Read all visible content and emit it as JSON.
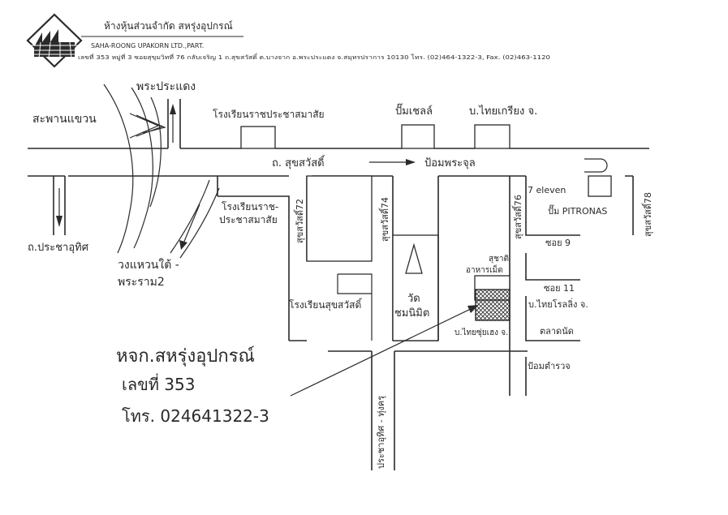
{
  "company": {
    "name_th": "ห้างหุ้นส่วนจำกัด สหรุ่งอุปกรณ์",
    "name_en": "SAHA-ROONG UPAKORN LTD.,PART.",
    "address": "เลขที่ 353 หมู่ที่ 3 ซอยสุขุมวิทที่ 76 กลับเจริญ 1 ถ.สุขสวัสดิ์ ต.บางจาก อ.พระประแดง จ.สมุทรปราการ 10130 โทร. (02)464-1322-3, Fax. (02)463-1120"
  },
  "map": {
    "labels": {
      "phra_pradaeng": "พระประแดง",
      "saphan_khwaen": "สะพานแขวน",
      "school_top": "โรงเรียนราชประชาสมาสัย",
      "shell_pump": "ปั๊มเชลล์",
      "thai_krieng": "บ.ไทยเกรียง จ.",
      "suksawat_road": "ถ. สุขสวัสดิ์",
      "pom_phrachun": "ป้อมพระจุล",
      "pracha_uthit_road": "ถ.ประชาอุทิศ",
      "school_mid_1": "โรงเรียนราช-",
      "school_mid_2": "ประชาสมาสัย",
      "soi_72": "สุขสวัสดิ์72",
      "soi_74": "สุขสวัสดิ์74",
      "soi_76": "สุขสวัสดิ์76",
      "soi_78": "สุขสวัสดิ์78",
      "seven_eleven": "7 eleven",
      "pitronas": "ปั๊ม PITRONAS",
      "soi_9": "ซอย 9",
      "soi_11": "ซอย 11",
      "ring_1": "วงแหวนใต้ -",
      "ring_2": "พระราม2",
      "suchat_1": "สุชาติ",
      "suchat_2": "อาหารเม็ด",
      "wat_1": "วัด",
      "wat_2": "ชมนิมิต",
      "school_suksawat": "โรงเรียนสุขสวัสดิ์",
      "thai_rolling": "บ.ไทยโรลลิ่ง จ.",
      "talad_nad": "ตลาดนัด",
      "thai_soon": "บ.ไทยซุ่ยเฮง จ.",
      "police_box": "ป้อมตำรวจ",
      "pracha_thung_khru": "ประชาอุทิศ - ทุ่งครุ"
    },
    "callout": {
      "name": "หจก.สหรุ่งอุปกรณ์",
      "number": "เลขที่ 353",
      "phone": "โทร. 024641322-3"
    }
  }
}
